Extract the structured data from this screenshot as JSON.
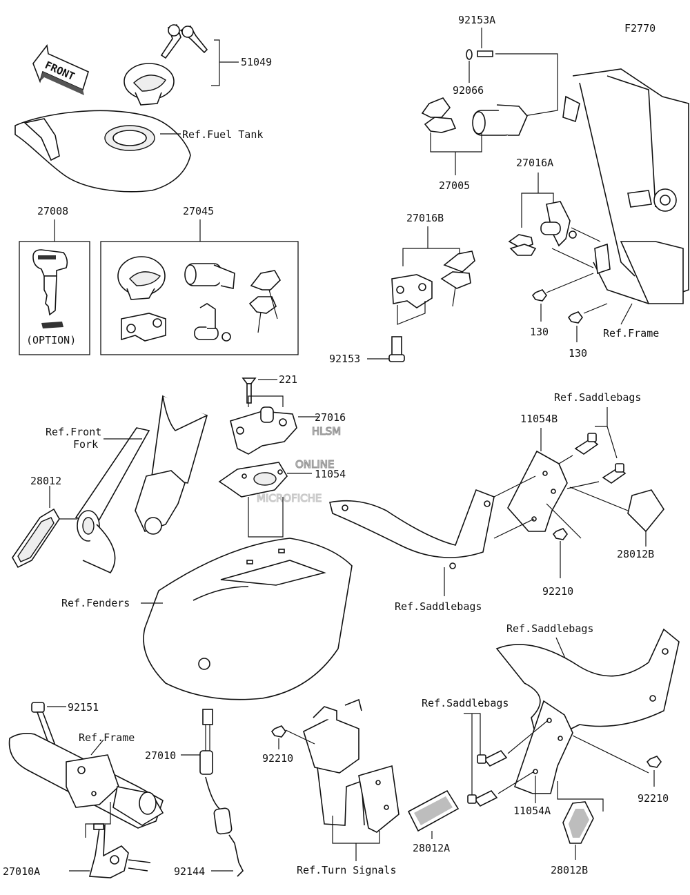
{
  "diagram_code": "F2770",
  "front_arrow": "FRONT",
  "watermark": {
    "line1": "HLSM",
    "line2": "ONLINE",
    "line3": "MICROFICHE"
  },
  "labels": {
    "p51049": "51049",
    "ref_fuel_tank": "Ref.Fuel Tank",
    "p27008": "27008",
    "p27045": "27045",
    "option": "(OPTION)",
    "p92153A": "92153A",
    "p92066": "92066",
    "p27005": "27005",
    "p27016A": "27016A",
    "p27016B": "27016B",
    "p130a": "130",
    "p130b": "130",
    "ref_frame_right": "Ref.Frame",
    "p92153": "92153",
    "p221": "221",
    "p27016": "27016",
    "p11054": "11054",
    "ref_front_fork_1": "Ref.Front",
    "ref_front_fork_2": "Fork",
    "p28012": "28012",
    "ref_saddlebags_top": "Ref.Saddlebags",
    "p11054B": "11054B",
    "p28012B_top": "28012B",
    "p92210_top": "92210",
    "ref_saddlebags_mid": "Ref.Saddlebags",
    "ref_fenders": "Ref.Fenders",
    "ref_saddlebags_low": "Ref.Saddlebags",
    "ref_saddlebags_low2": "Ref.Saddlebags",
    "p92151": "92151",
    "ref_frame_left": "Ref.Frame",
    "p27010": "27010",
    "p92210_mid": "92210",
    "p92210_right": "92210",
    "p11054A": "11054A",
    "p28012A": "28012A",
    "p28012B_bottom": "28012B",
    "p27010A": "27010A",
    "p92144": "92144",
    "ref_turn_signals": "Ref.Turn Signals"
  }
}
